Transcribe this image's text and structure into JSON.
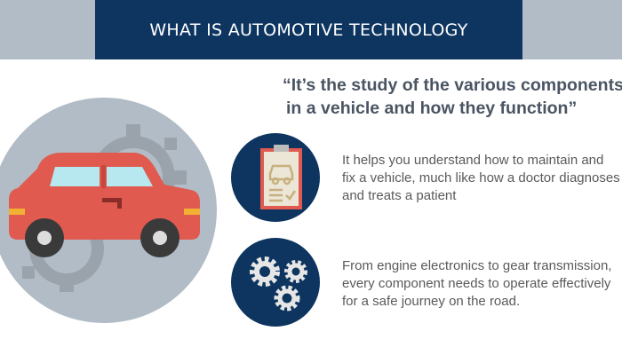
{
  "header": {
    "title": "WHAT IS AUTOMOTIVE TECHNOLOGY"
  },
  "quote": {
    "lines": [
      "“It’s the study of the various components",
      "in a vehicle and how they function”"
    ]
  },
  "points": [
    {
      "icon": "clipboard-car-checklist-icon",
      "lines": [
        "It helps you understand how to maintain and",
        "fix a vehicle, much like how a doctor diagnoses",
        "and treats a patient"
      ]
    },
    {
      "icon": "gears-icon",
      "lines": [
        "From engine electronics to gear transmission,",
        "every component needs to operate effectively",
        "for a safe journey on the road."
      ]
    }
  ],
  "colors": {
    "navy": "#0d3560",
    "gray": "#b1bcc6",
    "car_red": "#e05a4f",
    "text": "#5a5a5a"
  }
}
